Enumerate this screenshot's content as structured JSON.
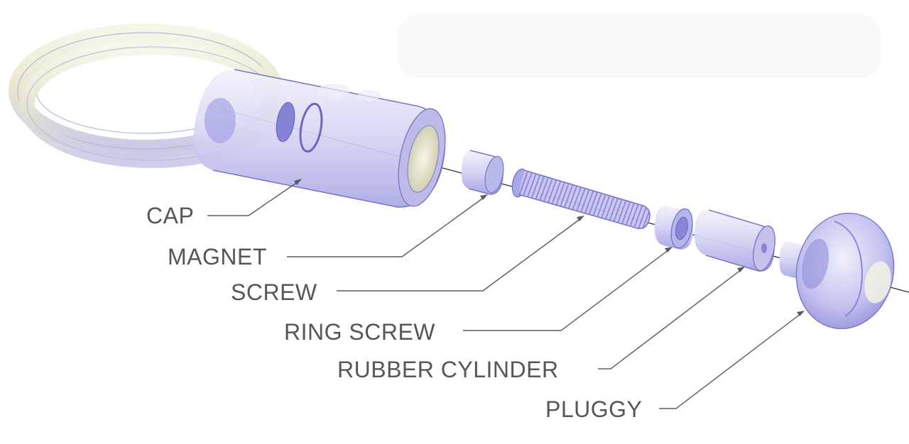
{
  "labels": {
    "cap": "CAP",
    "magnet": "MAGNET",
    "screw": "SCREW",
    "ring_screw": "RING SCREW",
    "rubber_cylinder": "RUBBER CYLINDER",
    "pluggy": "PLUGGY"
  },
  "colors": {
    "part_fill": "#c8c8f2",
    "part_edge": "#7a78c8",
    "ring_fill": "#e9e9d2",
    "label_text": "#55555b",
    "leader_line": "#5a5a60"
  }
}
